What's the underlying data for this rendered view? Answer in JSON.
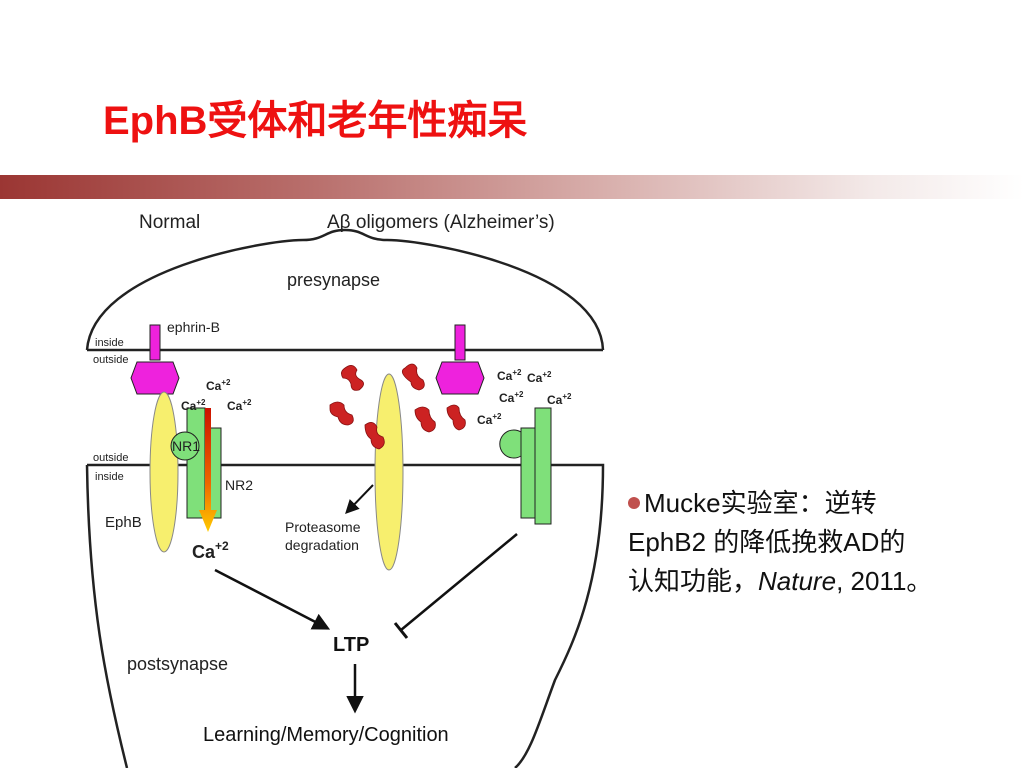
{
  "slide": {
    "title": "EphB受体和老年性痴呆"
  },
  "diagram": {
    "heading_normal": "Normal",
    "heading_abeta": "Aβ oligomers (Alzheimer’s)",
    "presynapse": "presynapse",
    "postsynapse": "postsynapse",
    "ephrin_b": "ephrin-B",
    "inside_top": "inside",
    "outside_top": "outside",
    "outside_bottom": "outside",
    "inside_bottom": "inside",
    "nr1": "NR1",
    "nr2": "NR2",
    "ephb": "EphB",
    "ca_symbol": "Ca",
    "ca_charge": "+2",
    "proteasome_line1": "Proteasome",
    "proteasome_line2": "degradation",
    "ltp": "LTP",
    "outcome": "Learning/Memory/Cognition",
    "colors": {
      "ephrin": "#ee22dd",
      "ephb": "#f7ef6e",
      "receptor": "#7fe07a",
      "abeta": "#cc2222",
      "title": "#ee1111"
    }
  },
  "note": {
    "line1_prefix": "Mucke实验室：逆转",
    "line2": "EphB2 的降低挽救AD的",
    "line3_prefix": "认知功能，",
    "journal": "Nature",
    "line3_suffix": ", 2011。"
  }
}
